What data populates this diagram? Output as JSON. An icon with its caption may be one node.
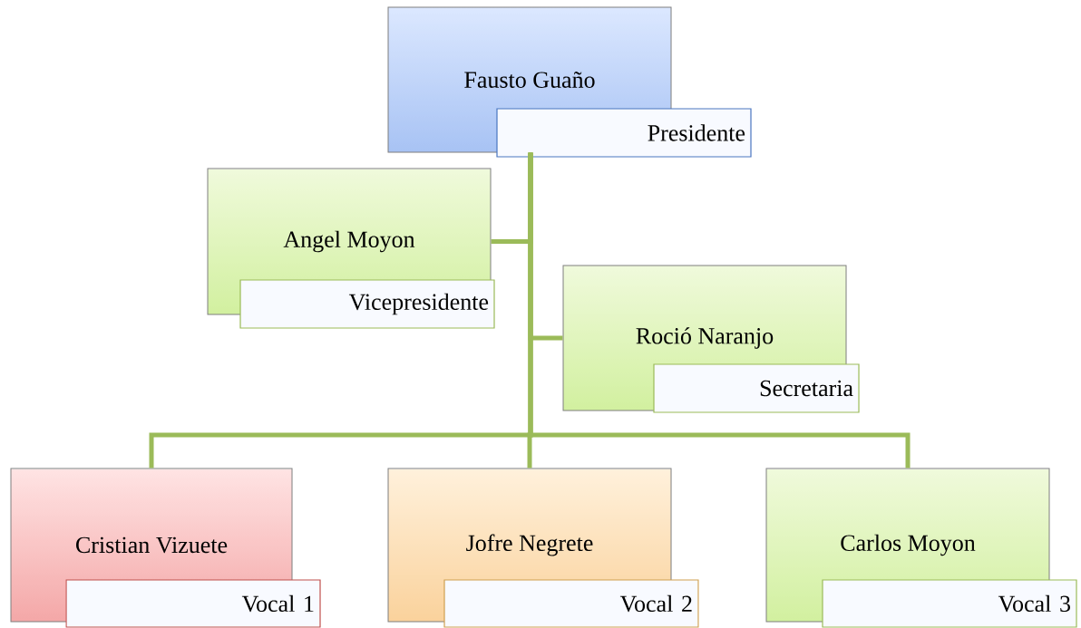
{
  "diagram": {
    "nodes": [
      {
        "text": [
          "Fausto Guaño"
        ]
      },
      {
        "text": [
          "Presidente"
        ]
      },
      {
        "text": [
          "Angel Moyon"
        ]
      },
      {
        "text": [
          "Vicepresidente"
        ]
      },
      {
        "text": [
          "Roció Naranjo"
        ]
      },
      {
        "text": [
          "Secretaria"
        ]
      },
      {
        "text": [
          "Cristian Vizuete"
        ]
      },
      {
        "text": [
          "Vocal 1"
        ]
      },
      {
        "text": [
          "Jofre Negrete"
        ]
      },
      {
        "text": [
          "Vocal 2"
        ]
      },
      {
        "text": [
          "Carlos Moyon"
        ]
      },
      {
        "text": [
          "Vocal 3"
        ]
      }
    ],
    "edges": [
      {
        "from": 0,
        "to": 2,
        "arrow": "none"
      },
      {
        "from": 0,
        "to": 4,
        "arrow": "none"
      },
      {
        "from": 0,
        "to": 6,
        "arrow": "none"
      },
      {
        "from": 0,
        "to": 8,
        "arrow": "none"
      },
      {
        "from": 0,
        "to": 10,
        "arrow": "none"
      }
    ]
  }
}
